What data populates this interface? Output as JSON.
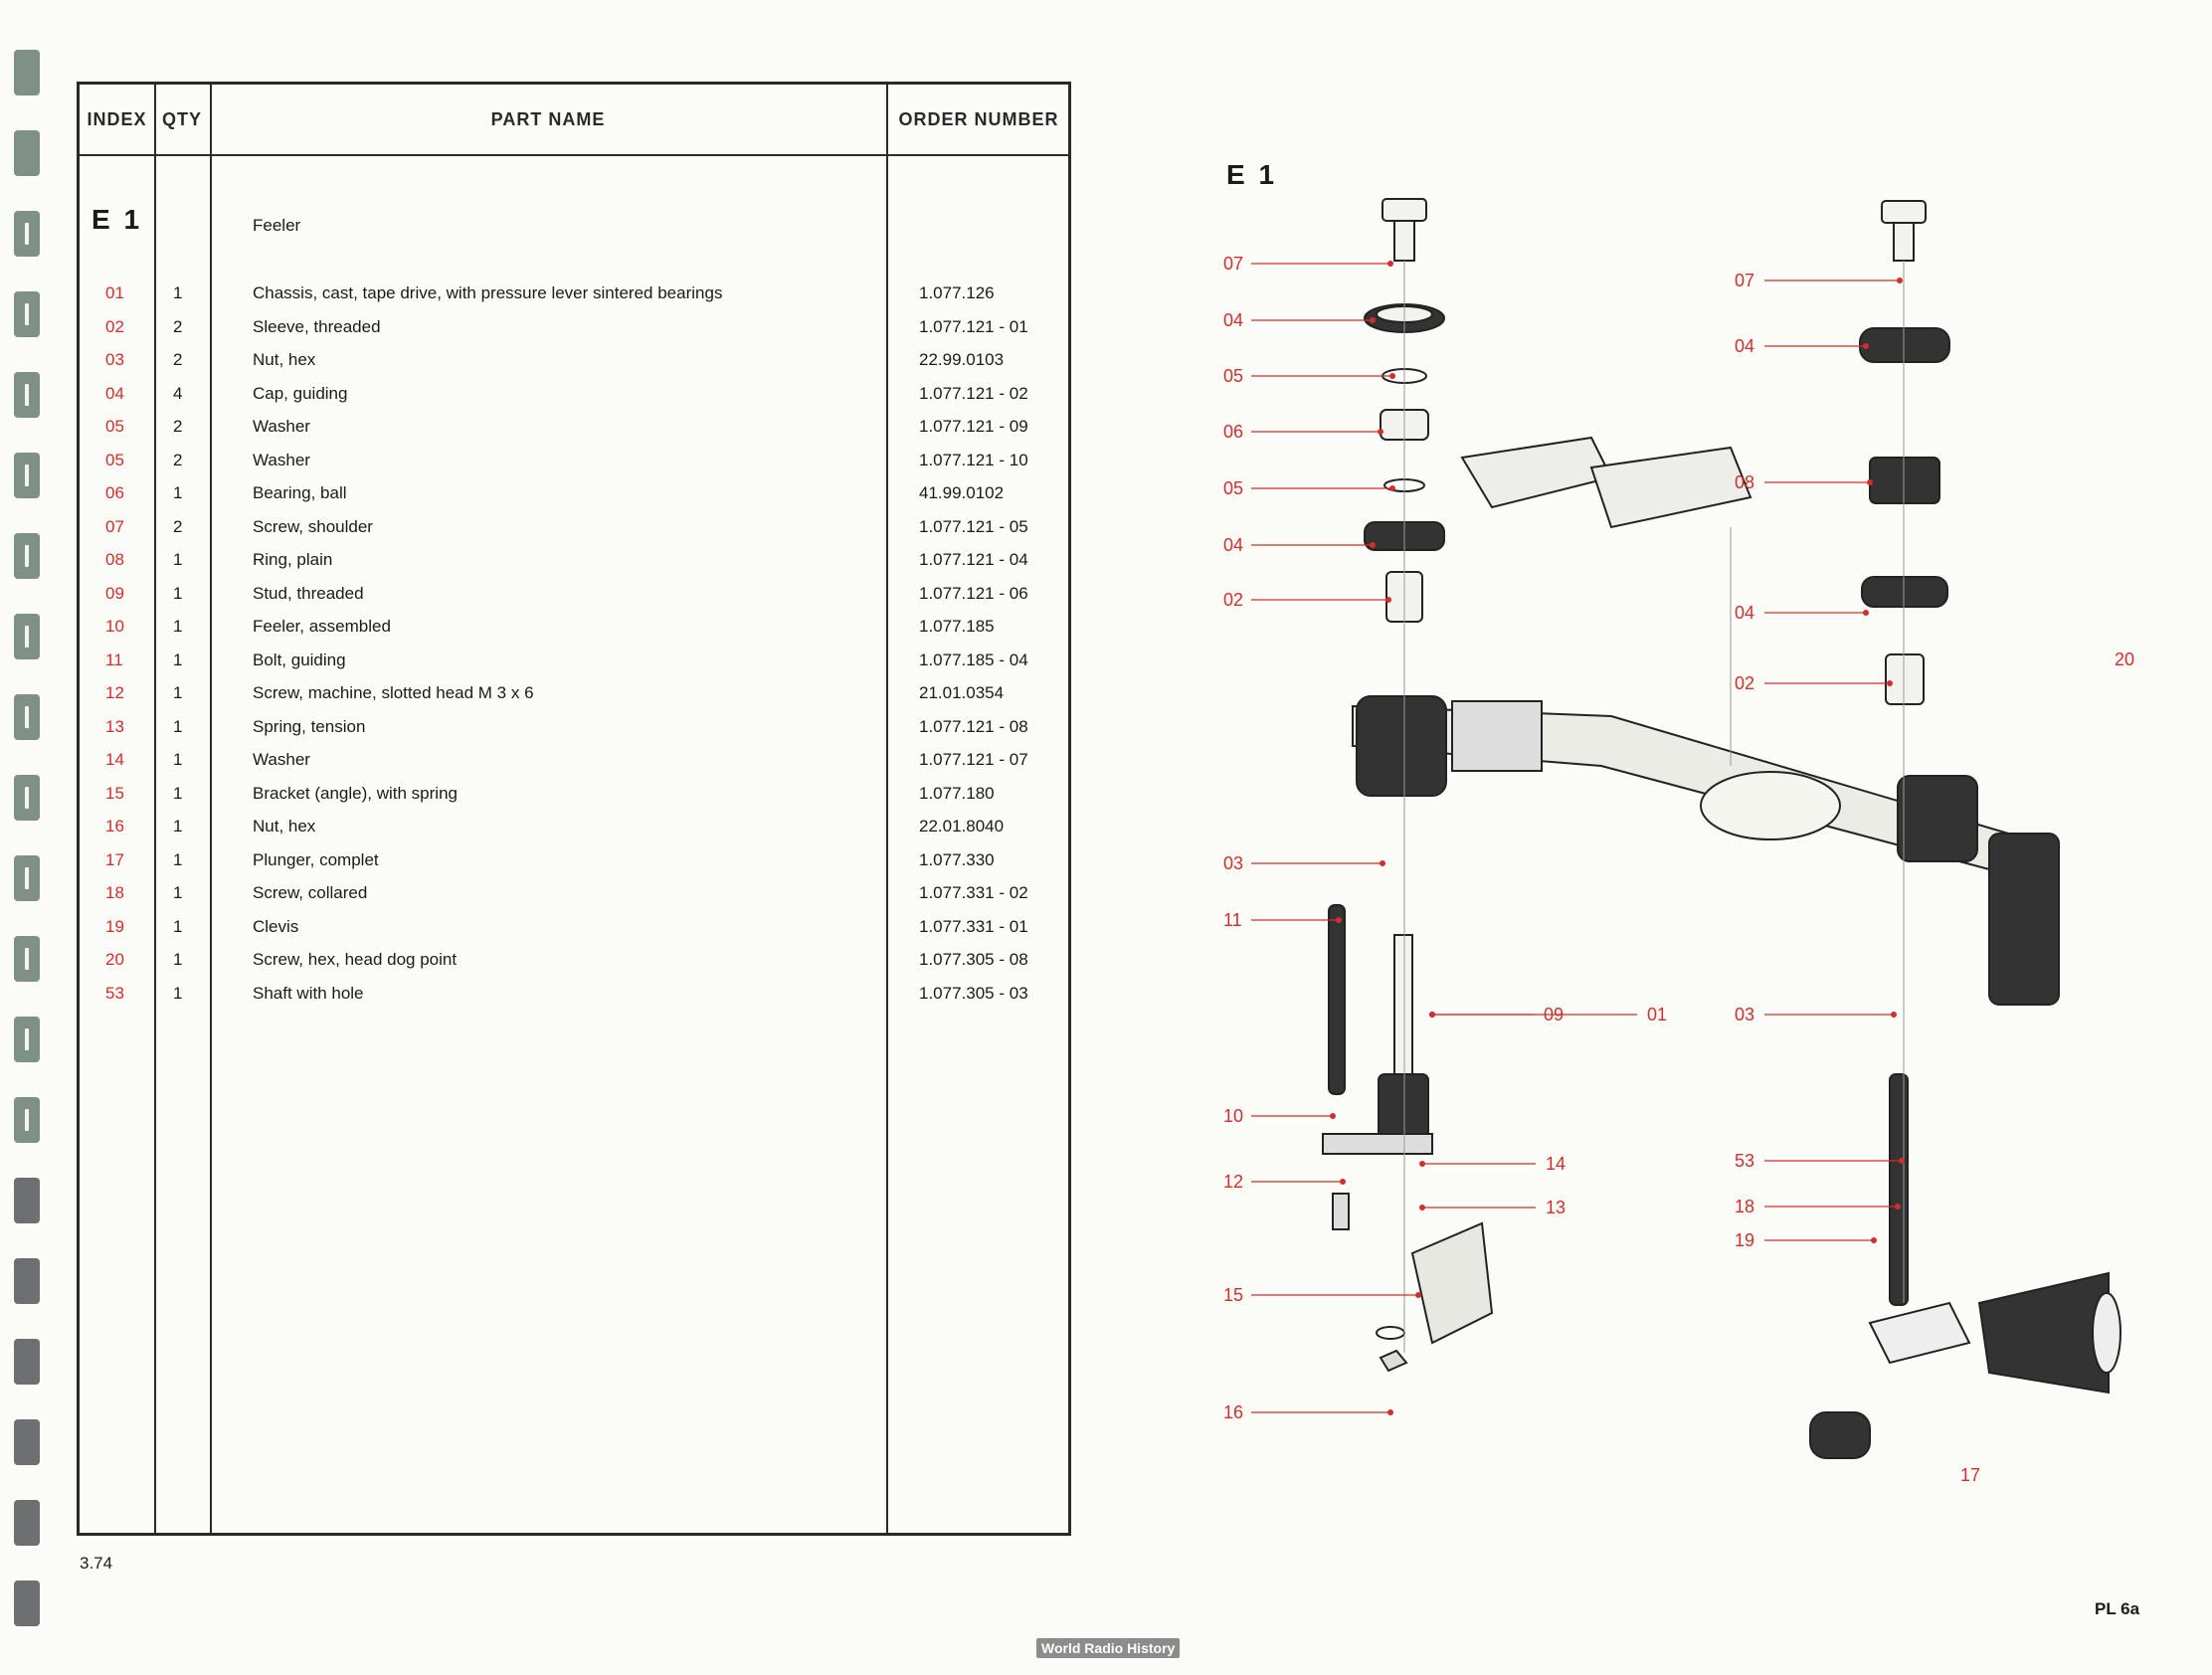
{
  "table": {
    "headers": {
      "index": "INDEX",
      "qty": "QTY",
      "part_name": "PART NAME",
      "order_number": "ORDER NUMBER"
    },
    "group": {
      "label": "E 1",
      "name": "Feeler"
    },
    "rows": [
      {
        "index": "01",
        "qty": "1",
        "name": "Chassis, cast, tape drive, with pressure lever sintered bearings",
        "order": "1.077.126"
      },
      {
        "index": "02",
        "qty": "2",
        "name": "Sleeve, threaded",
        "order": "1.077.121 - 01"
      },
      {
        "index": "03",
        "qty": "2",
        "name": "Nut, hex",
        "order": "22.99.0103"
      },
      {
        "index": "04",
        "qty": "4",
        "name": "Cap, guiding",
        "order": "1.077.121 - 02"
      },
      {
        "index": "05",
        "qty": "2",
        "name": "Washer",
        "order": "1.077.121 - 09"
      },
      {
        "index": "05",
        "qty": "2",
        "name": "Washer",
        "order": "1.077.121 - 10"
      },
      {
        "index": "06",
        "qty": "1",
        "name": "Bearing, ball",
        "order": "41.99.0102"
      },
      {
        "index": "07",
        "qty": "2",
        "name": "Screw, shoulder",
        "order": "1.077.121 - 05"
      },
      {
        "index": "08",
        "qty": "1",
        "name": "Ring, plain",
        "order": "1.077.121 - 04"
      },
      {
        "index": "09",
        "qty": "1",
        "name": "Stud, threaded",
        "order": "1.077.121 - 06"
      },
      {
        "index": "10",
        "qty": "1",
        "name": "Feeler, assembled",
        "order": "1.077.185"
      },
      {
        "index": "11",
        "qty": "1",
        "name": "Bolt, guiding",
        "order": "1.077.185 - 04"
      },
      {
        "index": "12",
        "qty": "1",
        "name": "Screw, machine, slotted head M 3 x 6",
        "order": "21.01.0354"
      },
      {
        "index": "13",
        "qty": "1",
        "name": "Spring, tension",
        "order": "1.077.121 - 08"
      },
      {
        "index": "14",
        "qty": "1",
        "name": "Washer",
        "order": "1.077.121 - 07"
      },
      {
        "index": "15",
        "qty": "1",
        "name": "Bracket (angle), with spring",
        "order": "1.077.180"
      },
      {
        "index": "16",
        "qty": "1",
        "name": "Nut, hex",
        "order": "22.01.8040"
      },
      {
        "index": "17",
        "qty": "1",
        "name": "Plunger, complet",
        "order": "1.077.330"
      },
      {
        "index": "18",
        "qty": "1",
        "name": "Screw, collared",
        "order": "1.077.331 - 02"
      },
      {
        "index": "19",
        "qty": "1",
        "name": "Clevis",
        "order": "1.077.331 - 01"
      },
      {
        "index": "20",
        "qty": "1",
        "name": "Screw, hex, head dog point",
        "order": "1.077.305 - 08"
      },
      {
        "index": "53",
        "qty": "1",
        "name": "Shaft with hole",
        "order": "1.077.305 - 03"
      }
    ]
  },
  "diagram": {
    "title": "E 1",
    "callouts_left": [
      "07",
      "04",
      "05",
      "06",
      "05",
      "04",
      "02",
      "03",
      "11",
      "10",
      "12",
      "15",
      "16"
    ],
    "callouts_right": [
      "07",
      "04",
      "08",
      "04",
      "02",
      "20",
      "03",
      "53",
      "18",
      "19",
      "17"
    ],
    "callouts_bottom": [
      "09",
      "01",
      "14",
      "13"
    ]
  },
  "footer": {
    "date": "3.74",
    "plate": "PL  6a",
    "watermark": "World Radio History"
  },
  "colors": {
    "callout": "#d32d2d",
    "rule": "#2a2a2a",
    "tab_green": "#7f9187",
    "tab_grey": "#6d6f70"
  }
}
